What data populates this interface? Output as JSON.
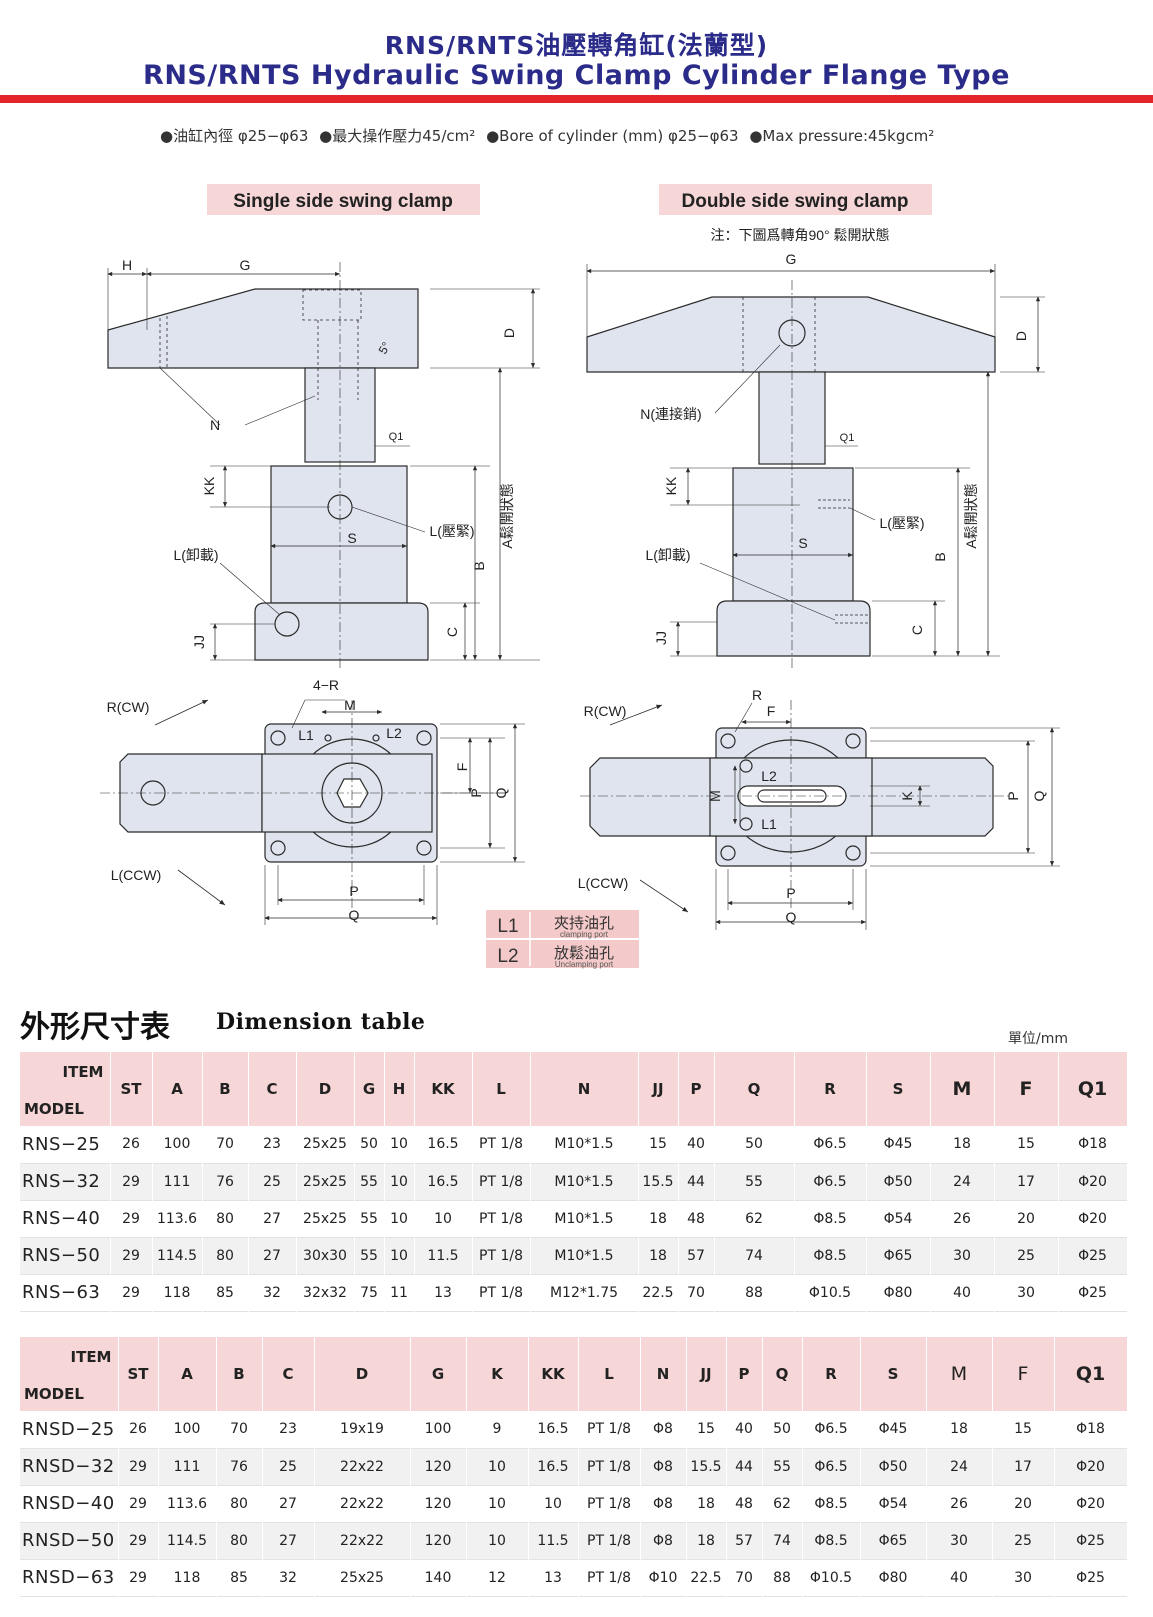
{
  "header": {
    "title_cn": "RNS/RNTS油壓轉角缸(法蘭型)",
    "title_en": "RNS/RNTS Hydraulic Swing Clamp Cylinder Flange Type"
  },
  "specs": [
    "●油缸內徑 φ25−φ63",
    "●最大操作壓力45/cm²",
    "●Bore of cylinder (mm) φ25−φ63",
    "●Max pressure:45kgcm²"
  ],
  "diagram": {
    "single_title": "Single side swing clamp",
    "double_title": "Double side swing clamp",
    "double_note": "注：下圖爲轉角90° 鬆開狀態",
    "labels": {
      "H": "H",
      "G": "G",
      "D": "D",
      "N": "N",
      "Q1": "Q1",
      "KK": "KK",
      "S": "S",
      "L_press": "L(壓緊)",
      "L_unload": "L(卸載)",
      "B": "B",
      "A_open": "A鬆開狀態",
      "C": "C",
      "JJ": "JJ",
      "five_deg": "5°",
      "N_pin": "N(連接銷)",
      "R_cw": "R(CW)",
      "L_ccw": "L(CCW)",
      "four_R": "4−R",
      "M": "M",
      "L1": "L1",
      "L2": "L2",
      "F": "F",
      "P": "P",
      "Q": "Q",
      "R": "R",
      "K": "K"
    },
    "legend": [
      {
        "code": "L1",
        "cn": "夾持油孔",
        "en": "clamping port"
      },
      {
        "code": "L2",
        "cn": "放鬆油孔",
        "en": "Unclamping port"
      }
    ],
    "colors": {
      "fill": "#dfe4ee",
      "line": "#2a2a2a",
      "legend_bg": "#f4c9c9"
    }
  },
  "dimension_table": {
    "heading_cn": "外形尺寸表",
    "heading_en": "Dimension table",
    "unit": "單位/mm",
    "corner_item": "ITEM",
    "corner_model": "MODEL",
    "rns": {
      "columns": [
        "ST",
        "A",
        "B",
        "C",
        "D",
        "G",
        "H",
        "KK",
        "L",
        "N",
        "JJ",
        "P",
        "Q",
        "R",
        "S",
        "M",
        "F",
        "Q1"
      ],
      "rows": [
        [
          "RNS−25",
          "26",
          "100",
          "70",
          "23",
          "25x25",
          "50",
          "10",
          "16.5",
          "PT 1/8",
          "M10*1.5",
          "15",
          "40",
          "50",
          "Φ6.5",
          "Φ45",
          "18",
          "15",
          "Φ18"
        ],
        [
          "RNS−32",
          "29",
          "111",
          "76",
          "25",
          "25x25",
          "55",
          "10",
          "16.5",
          "PT 1/8",
          "M10*1.5",
          "15.5",
          "44",
          "55",
          "Φ6.5",
          "Φ50",
          "24",
          "17",
          "Φ20"
        ],
        [
          "RNS−40",
          "29",
          "113.6",
          "80",
          "27",
          "25x25",
          "55",
          "10",
          "10",
          "PT 1/8",
          "M10*1.5",
          "18",
          "48",
          "62",
          "Φ8.5",
          "Φ54",
          "26",
          "20",
          "Φ20"
        ],
        [
          "RNS−50",
          "29",
          "114.5",
          "80",
          "27",
          "30x30",
          "55",
          "10",
          "11.5",
          "PT 1/8",
          "M10*1.5",
          "18",
          "57",
          "74",
          "Φ8.5",
          "Φ65",
          "30",
          "25",
          "Φ25"
        ],
        [
          "RNS−63",
          "29",
          "118",
          "85",
          "32",
          "32x32",
          "75",
          "11",
          "13",
          "PT 1/8",
          "M12*1.75",
          "22.5",
          "70",
          "88",
          "Φ10.5",
          "Φ80",
          "40",
          "30",
          "Φ25"
        ]
      ]
    },
    "rnsd": {
      "columns": [
        "ST",
        "A",
        "B",
        "C",
        "D",
        "G",
        "K",
        "KK",
        "L",
        "N",
        "JJ",
        "P",
        "Q",
        "R",
        "S",
        "M",
        "F",
        "Q1"
      ],
      "rows": [
        [
          "RNSD−25",
          "26",
          "100",
          "70",
          "23",
          "19x19",
          "100",
          "9",
          "16.5",
          "PT 1/8",
          "Φ8",
          "15",
          "40",
          "50",
          "Φ6.5",
          "Φ45",
          "18",
          "15",
          "Φ18"
        ],
        [
          "RNSD−32",
          "29",
          "111",
          "76",
          "25",
          "22x22",
          "120",
          "10",
          "16.5",
          "PT 1/8",
          "Φ8",
          "15.5",
          "44",
          "55",
          "Φ6.5",
          "Φ50",
          "24",
          "17",
          "Φ20"
        ],
        [
          "RNSD−40",
          "29",
          "113.6",
          "80",
          "27",
          "22x22",
          "120",
          "10",
          "10",
          "PT 1/8",
          "Φ8",
          "18",
          "48",
          "62",
          "Φ8.5",
          "Φ54",
          "26",
          "20",
          "Φ20"
        ],
        [
          "RNSD−50",
          "29",
          "114.5",
          "80",
          "27",
          "22x22",
          "120",
          "10",
          "11.5",
          "PT 1/8",
          "Φ8",
          "18",
          "57",
          "74",
          "Φ8.5",
          "Φ65",
          "30",
          "25",
          "Φ25"
        ],
        [
          "RNSD−63",
          "29",
          "118",
          "85",
          "32",
          "25x25",
          "140",
          "12",
          "13",
          "PT 1/8",
          "Φ10",
          "22.5",
          "70",
          "88",
          "Φ10.5",
          "Φ80",
          "40",
          "30",
          "Φ25"
        ]
      ]
    }
  }
}
